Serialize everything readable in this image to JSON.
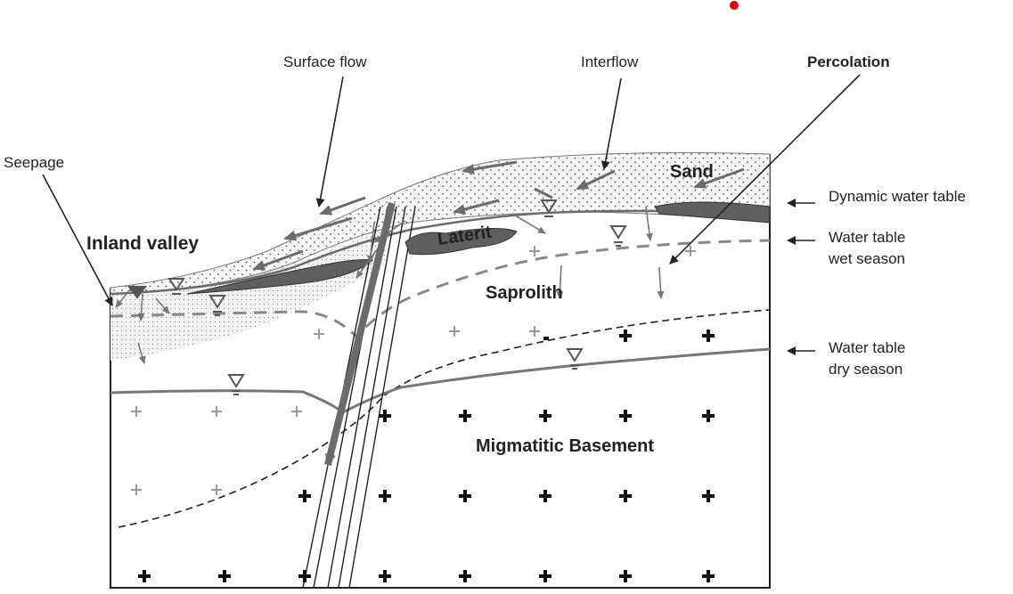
{
  "labels": {
    "surface_flow": "Surface flow",
    "interflow": "Interflow",
    "percolation": "Percolation",
    "seepage": "Seepage",
    "inland_valley": "Inland valley",
    "sand": "Sand",
    "laterit": "Laterit",
    "saprolith": "Saprolith",
    "basement": "Migmatitic Basement",
    "dynamic_water_table": "Dynamic water table",
    "wet_line1": "Water table",
    "wet_line2": "wet season",
    "dry_line1": "Water table",
    "dry_line2": "dry season"
  },
  "colors": {
    "flow_arrow": "#6b6b6b",
    "laterite": "#5f5f5f",
    "outline": "#222222",
    "marker_dot": "#e00000"
  }
}
